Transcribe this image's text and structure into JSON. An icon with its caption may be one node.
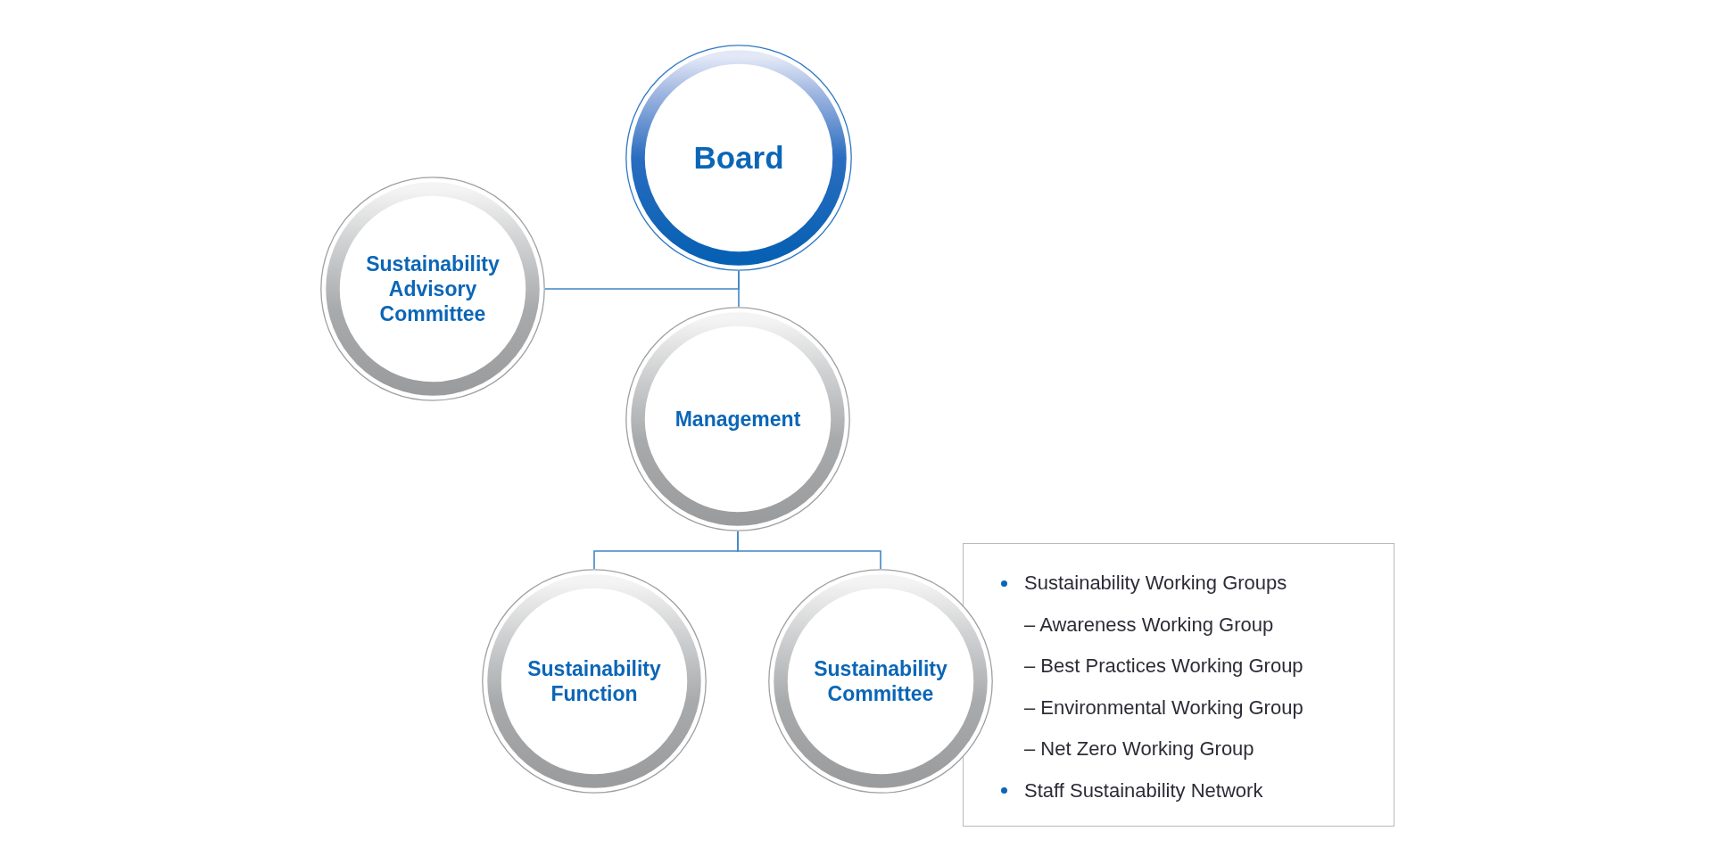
{
  "diagram": {
    "nodes": [
      {
        "text": [
          "Board"
        ]
      },
      {
        "text": [
          "Sustainability Advisory Committee"
        ]
      },
      {
        "text": [
          "Management"
        ]
      },
      {
        "text": [
          "Sustainability Function"
        ]
      },
      {
        "text": [
          "Sustainability Committee"
        ]
      },
      {
        "text": [
          "Sustainability Working Groups",
          "– Awareness Working Group",
          "– Best Practices Working Group",
          "– Environmental Working Group",
          "– Net Zero Working Group",
          "Staff Sustainability Network"
        ]
      }
    ],
    "edges": [
      {
        "from": 0,
        "to": 2,
        "arrow": "none"
      },
      {
        "from": 0,
        "to": 1,
        "arrow": "none"
      },
      {
        "from": 2,
        "to": 3,
        "arrow": "none"
      },
      {
        "from": 2,
        "to": 4,
        "arrow": "none"
      }
    ]
  }
}
